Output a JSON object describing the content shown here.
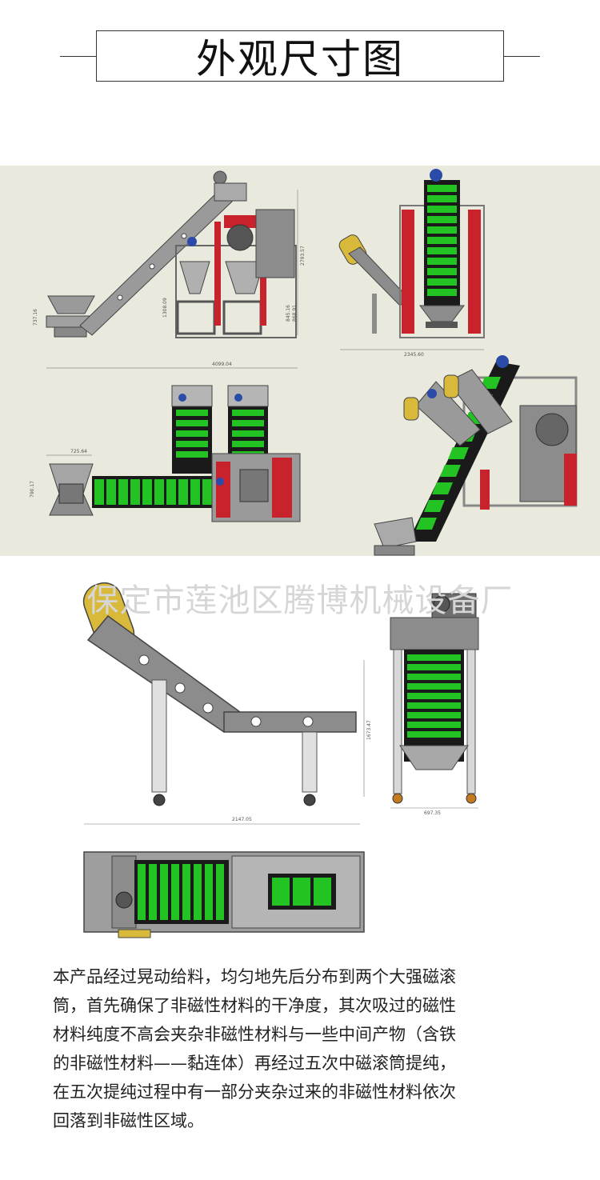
{
  "header": {
    "title": "外观尺寸图"
  },
  "watermark": "保定市莲池区腾博机械设备厂",
  "drawing_top": {
    "side_view_dims": [
      "2793.57",
      "1308.09",
      "845.16",
      "868.91",
      "737.16"
    ],
    "front_view_dim": "2345.60",
    "top_view_dims": [
      "4099.04",
      "725.64",
      "790.17"
    ]
  },
  "drawing_bottom": {
    "side_view_dim": "1673.47",
    "front_view_dim": "697.35",
    "top_view_dim": "2147.05"
  },
  "description": "本产品经过晃动给料，均匀地先后分布到两个大强磁滚\n筒，首先确保了非磁性材料的干净度，其次吸过的磁性\n材料纯度不高会夹杂非磁性材料与一些中间产物（含铁\n的非磁性材料——黏连体）再经过五次中磁滚筒提纯，\n在五次提纯过程中有一部分夹杂过来的非磁性材料依次\n回落到非磁性区域。",
  "colors": {
    "belt_green": "#22c322",
    "frame_red": "#c8232c",
    "frame_gray": "#8c8c8c",
    "motor_blue": "#2a4ba8",
    "roller_yellow": "#d8b93a"
  }
}
